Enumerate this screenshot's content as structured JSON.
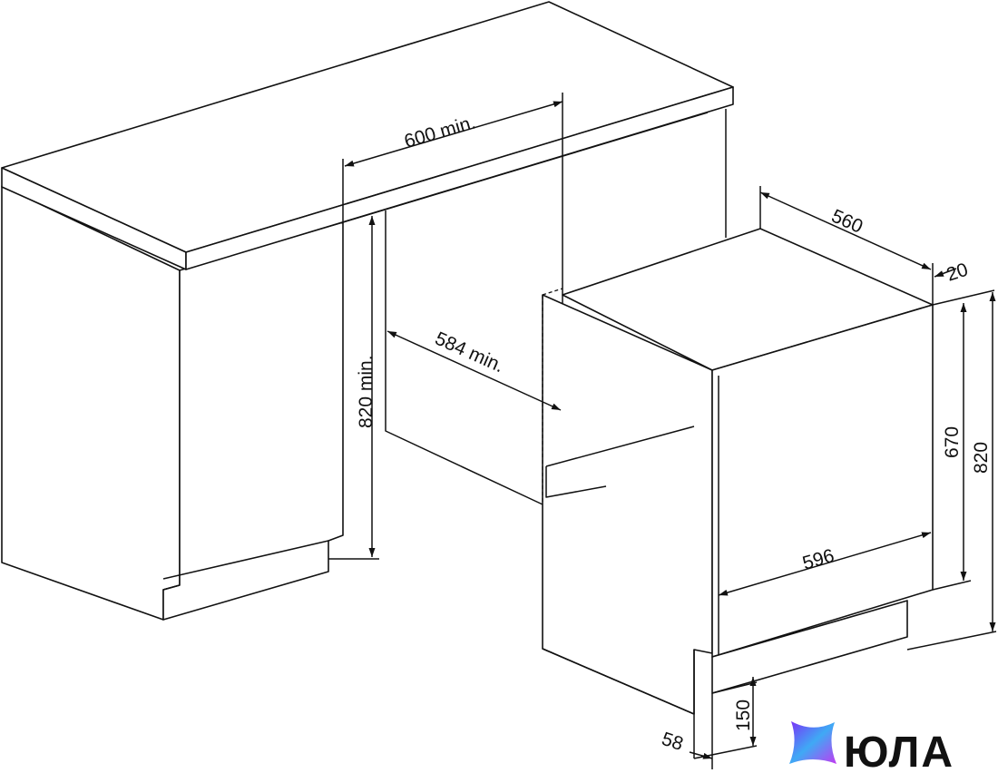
{
  "dimensions": {
    "niche_width": "600 min.",
    "niche_depth": "584 min.",
    "niche_height": "820 min.",
    "appliance_depth": "560",
    "door_offset": "20",
    "door_height": "670",
    "appliance_height": "820",
    "appliance_width": "596",
    "plinth_height": "150",
    "plinth_depth": "58"
  },
  "watermark": {
    "brand_text": "ЮЛА",
    "colors": {
      "gradient_start": "#7b2ff7",
      "gradient_mid": "#3fa9f5",
      "gradient_end": "#c13af2"
    }
  }
}
